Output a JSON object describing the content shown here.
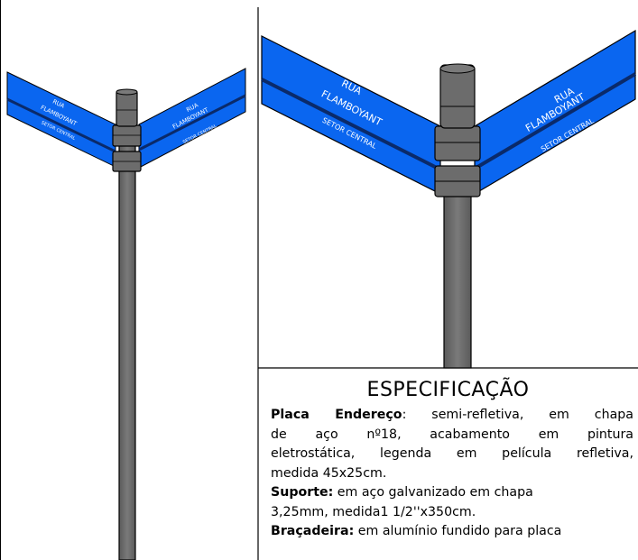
{
  "sign": {
    "street_prefix": "RUA",
    "street_name": "FLAMBOYANT",
    "sector": "SETOR CENTRAL",
    "blade_color": "#0a66f0",
    "pole_color": "#6c6c6c"
  },
  "specification": {
    "title": "ESPECIFICAÇÃO",
    "items": [
      {
        "label": "Placa Endereço",
        "line1": ": semi-refletiva, em chapa",
        "line2": "de aço nº18, acabamento em pintura",
        "line3": "eletrostática, legenda em película refletiva,",
        "line4": "medida 45x25cm."
      },
      {
        "label": "Suporte:",
        "line1": " em aço galvanizado em chapa",
        "line2": "3,25mm, medida1 1/2''x350cm."
      },
      {
        "label": "Braçadeira:",
        "line1": " em alumínio fundido para placa"
      }
    ]
  }
}
